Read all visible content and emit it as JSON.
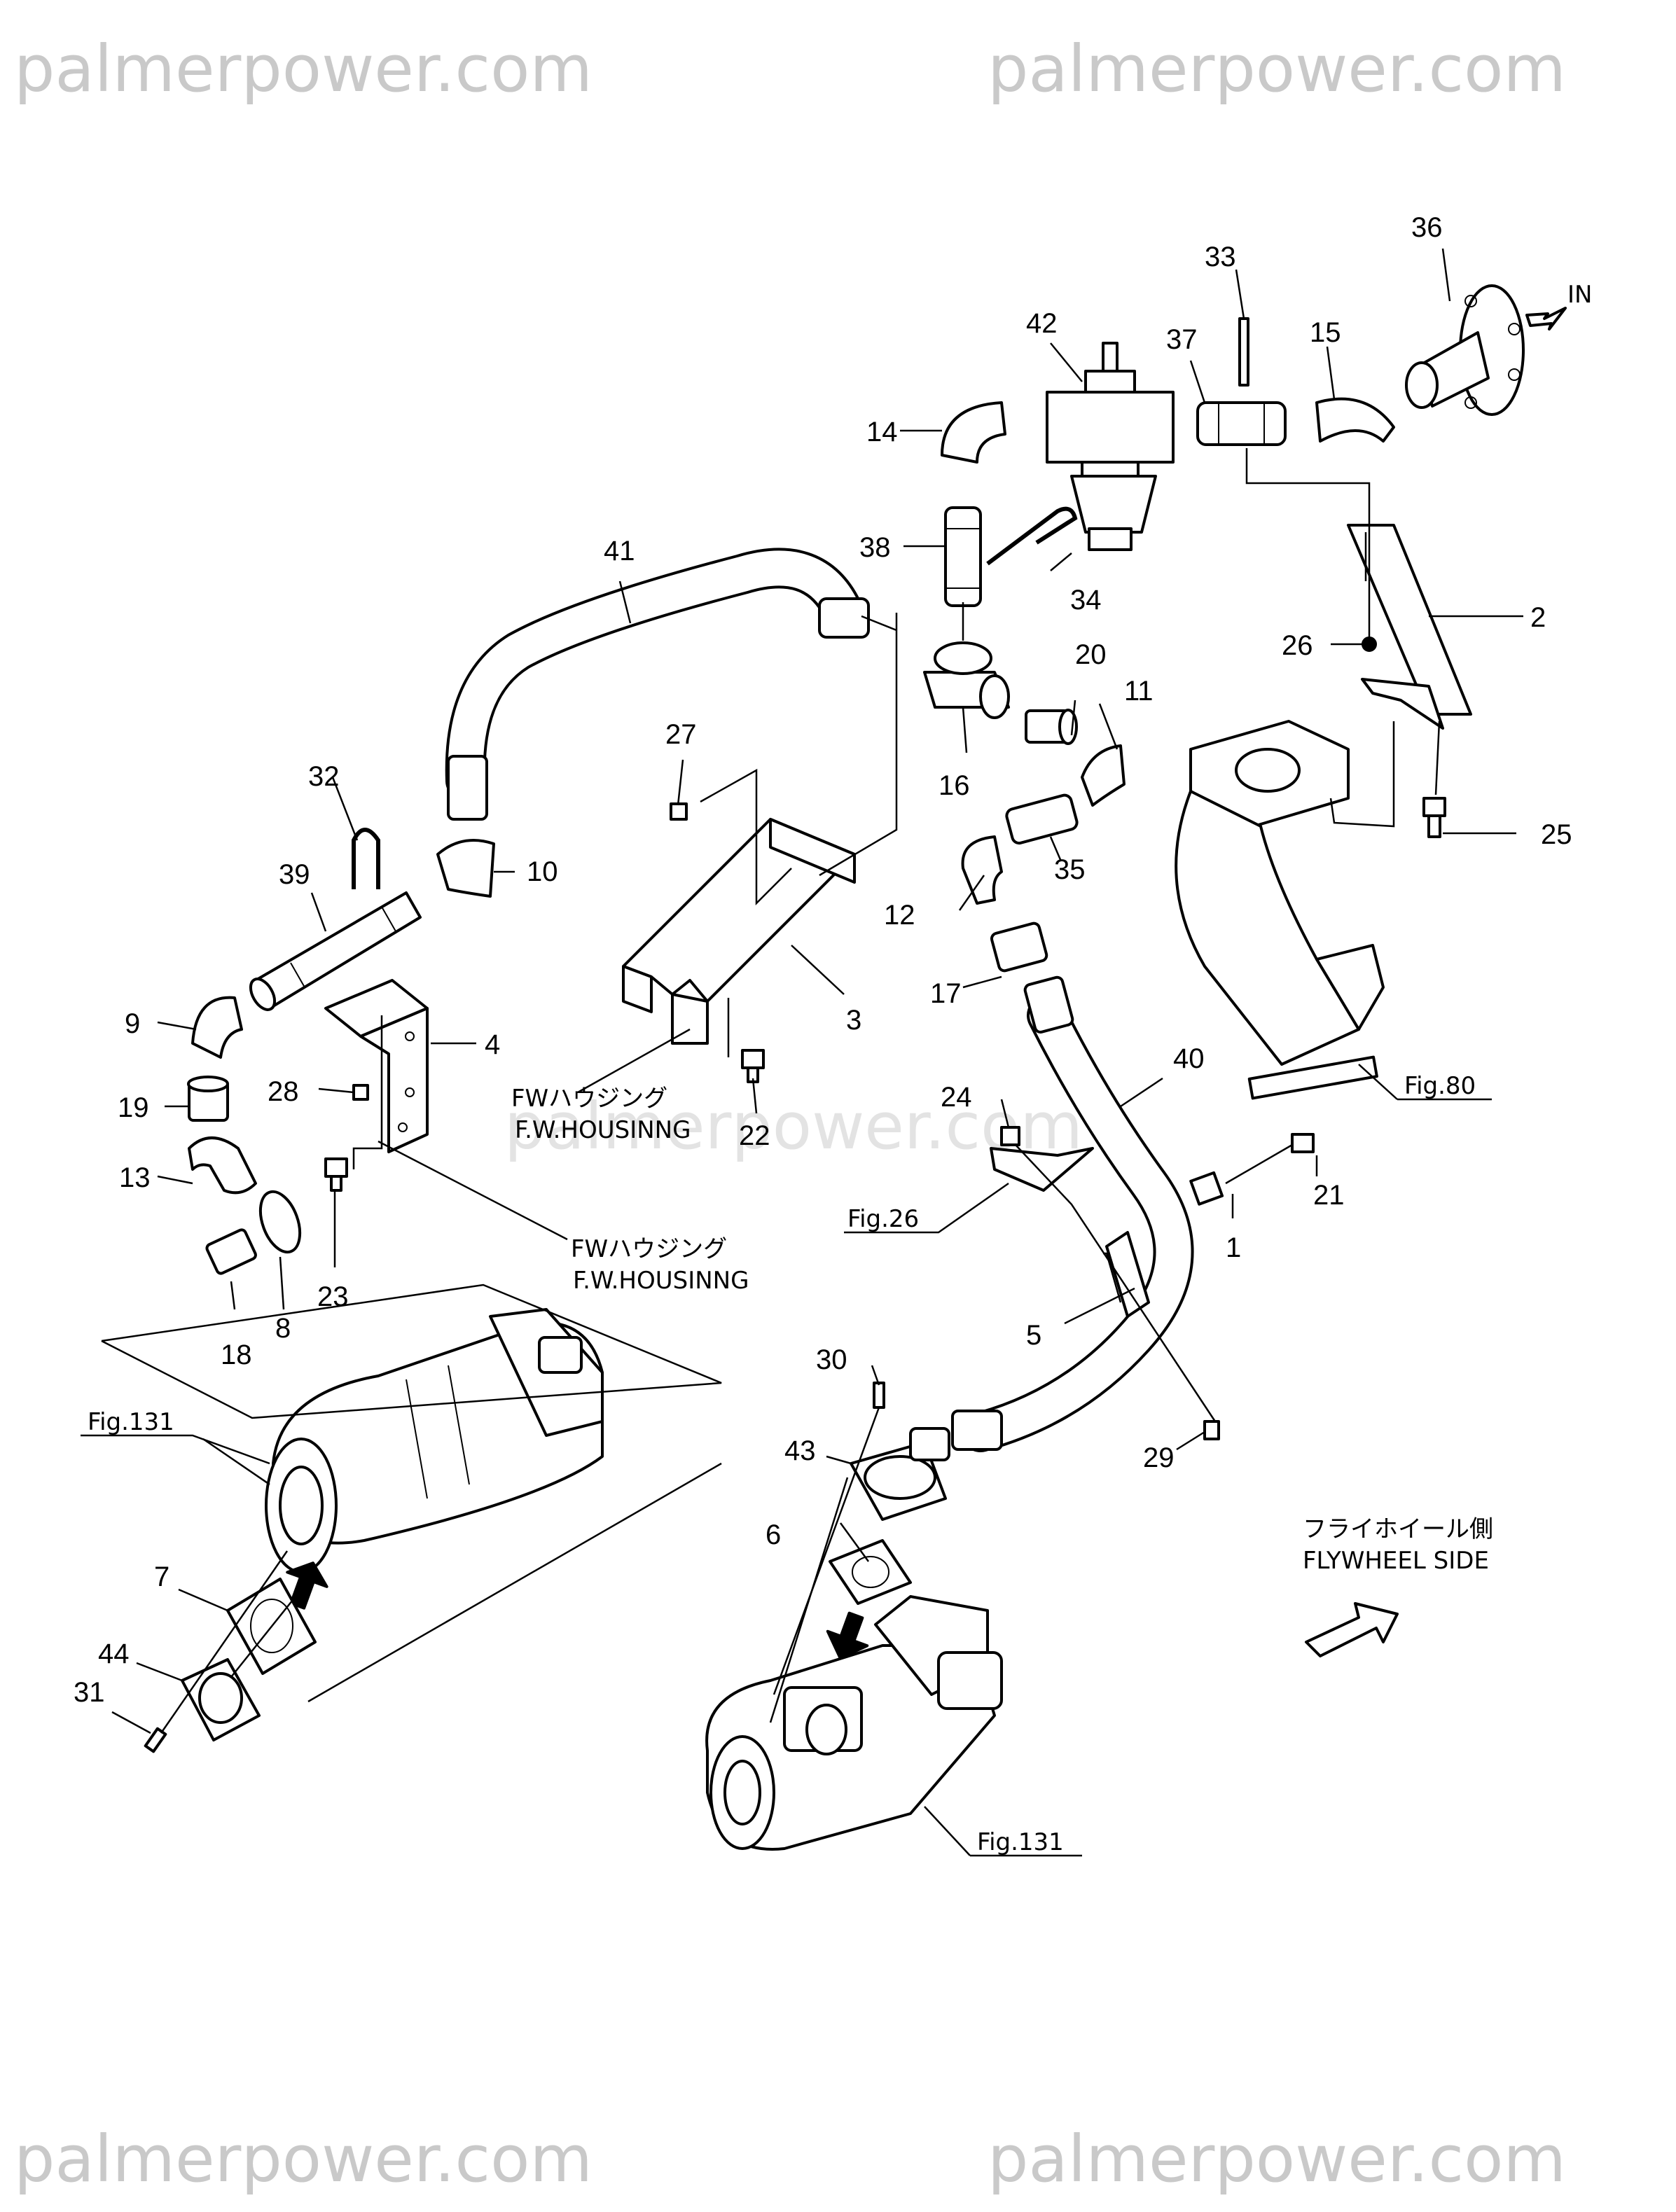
{
  "watermarks": [
    "palmerpower.com",
    "palmerpower.com",
    "palmerpower.com",
    "palmerpower.com",
    "palmerpower.com"
  ],
  "callouts": [
    "1",
    "2",
    "3",
    "4",
    "5",
    "6",
    "7",
    "8",
    "9",
    "10",
    "11",
    "12",
    "13",
    "14",
    "15",
    "16",
    "17",
    "18",
    "19",
    "20",
    "21",
    "22",
    "23",
    "24",
    "25",
    "26",
    "27",
    "28",
    "29",
    "30",
    "31",
    "32",
    "33",
    "34",
    "35",
    "36",
    "37",
    "38",
    "39",
    "40",
    "41",
    "42",
    "43",
    "44"
  ],
  "labels": {
    "in": "IN",
    "fw_housing_jp_1": "FWハウジング",
    "fw_housing_en_1": "F.W.HOUSINNG",
    "fw_housing_jp_2": "FWハウジング",
    "fw_housing_en_2": "F.W.HOUSINNG",
    "flywheel_side_jp": "フライホイール側",
    "flywheel_side_en": "FLYWHEEL SIDE",
    "fig80": "Fig.80",
    "fig26": "Fig.26",
    "fig131_left": "Fig.131",
    "fig131_bottom": "Fig.131"
  }
}
